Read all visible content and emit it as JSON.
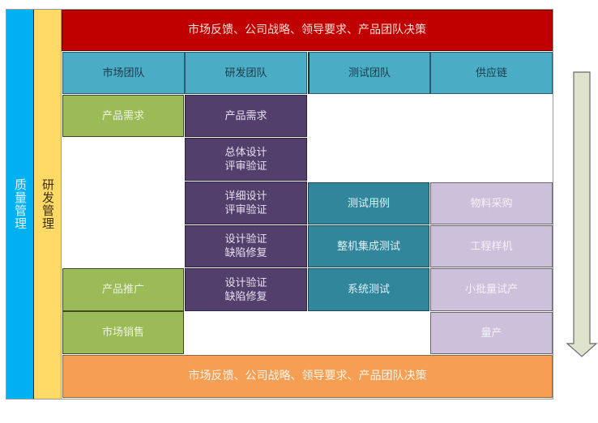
{
  "side_columns": {
    "quality_management": {
      "label": "质量管理",
      "color": "#00b0f0"
    },
    "rd_management": {
      "label": "研发管理",
      "color": "#ffd966"
    }
  },
  "top_banner": {
    "label": "市场反馈、公司战略、领导要求、产品团队决策",
    "color": "#c00000"
  },
  "bottom_banner": {
    "label": "市场反馈、公司战略、领导要求、产品团队决策",
    "color": "#f59e54"
  },
  "teams": [
    {
      "label": "市场团队"
    },
    {
      "label": "研发团队"
    },
    {
      "label": "测试团队"
    },
    {
      "label": "供应链"
    }
  ],
  "market_column": [
    {
      "label": "产品需求",
      "row": 1
    },
    {
      "label": "产品推广",
      "row": 5
    },
    {
      "label": "市场销售",
      "row": 6
    }
  ],
  "rd_column": [
    {
      "line1": "产品需求",
      "line2": "",
      "row": 1
    },
    {
      "line1": "总体设计",
      "line2": "评审验证",
      "row": 2
    },
    {
      "line1": "详细设计",
      "line2": "评审验证",
      "row": 3
    },
    {
      "line1": "设计验证",
      "line2": "缺陷修复",
      "row": 4
    },
    {
      "line1": "设计验证",
      "line2": "缺陷修复",
      "row": 5
    }
  ],
  "test_column": [
    {
      "label": "测试用例",
      "row": 3
    },
    {
      "label": "整机集成测试",
      "row": 4
    },
    {
      "label": "系统测试",
      "row": 5
    }
  ],
  "supply_column": [
    {
      "label": "物料采购",
      "row": 3
    },
    {
      "label": "工程样机",
      "row": 4
    },
    {
      "label": "小批量试产",
      "row": 5
    },
    {
      "label": "量产",
      "row": 6
    }
  ],
  "flow_arrow": {
    "direction": "down",
    "color": "#dde3cc"
  },
  "colors": {
    "team_header": "#4bacc6",
    "market": "#9bbb59",
    "rd": "#533f6b",
    "test": "#31869b",
    "supply": "#ccc0da"
  }
}
